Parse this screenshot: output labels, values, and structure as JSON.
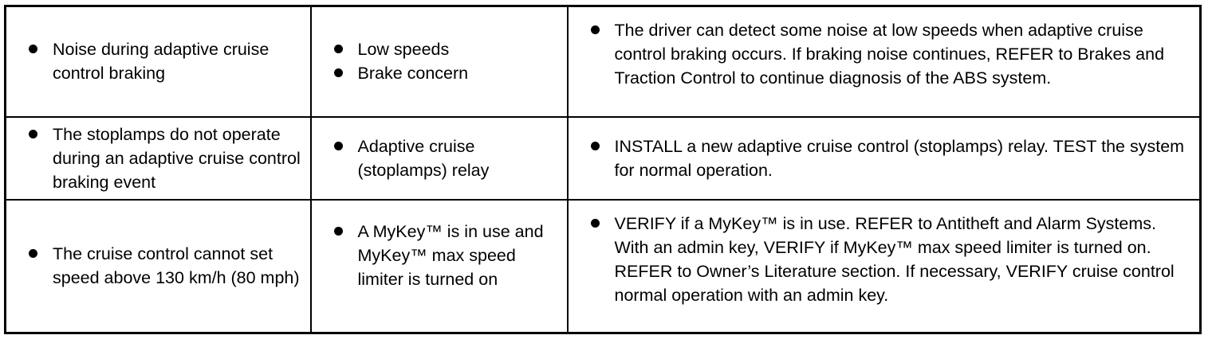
{
  "rows": [
    {
      "symptom": [
        "Noise during adaptive cruise control braking"
      ],
      "source": [
        "Low speeds",
        "Brake concern"
      ],
      "action": [
        "The driver can detect some noise at low speeds when adaptive cruise control braking occurs. If braking noise continues, REFER to Brakes and Traction Control to continue diagnosis of the ABS system."
      ]
    },
    {
      "symptom": [
        "The stoplamps do not operate during an adaptive cruise control braking event"
      ],
      "source": [
        "Adaptive cruise (stoplamps) relay"
      ],
      "action": [
        "INSTALL a new adaptive cruise control (stoplamps) relay. TEST the system for normal operation."
      ]
    },
    {
      "symptom": [
        "The cruise control cannot set speed above 130 km/h (80 mph)"
      ],
      "source": [
        "A MyKey™ is in use and MyKey™ max speed limiter is turned on"
      ],
      "action": [
        "VERIFY if a MyKey™ is in use. REFER to Antitheft and Alarm Systems. With an admin key, VERIFY if MyKey™ max speed limiter is turned on. REFER to Owner’s Literature section. If necessary, VERIFY cruise control normal operation with an admin key."
      ]
    }
  ]
}
